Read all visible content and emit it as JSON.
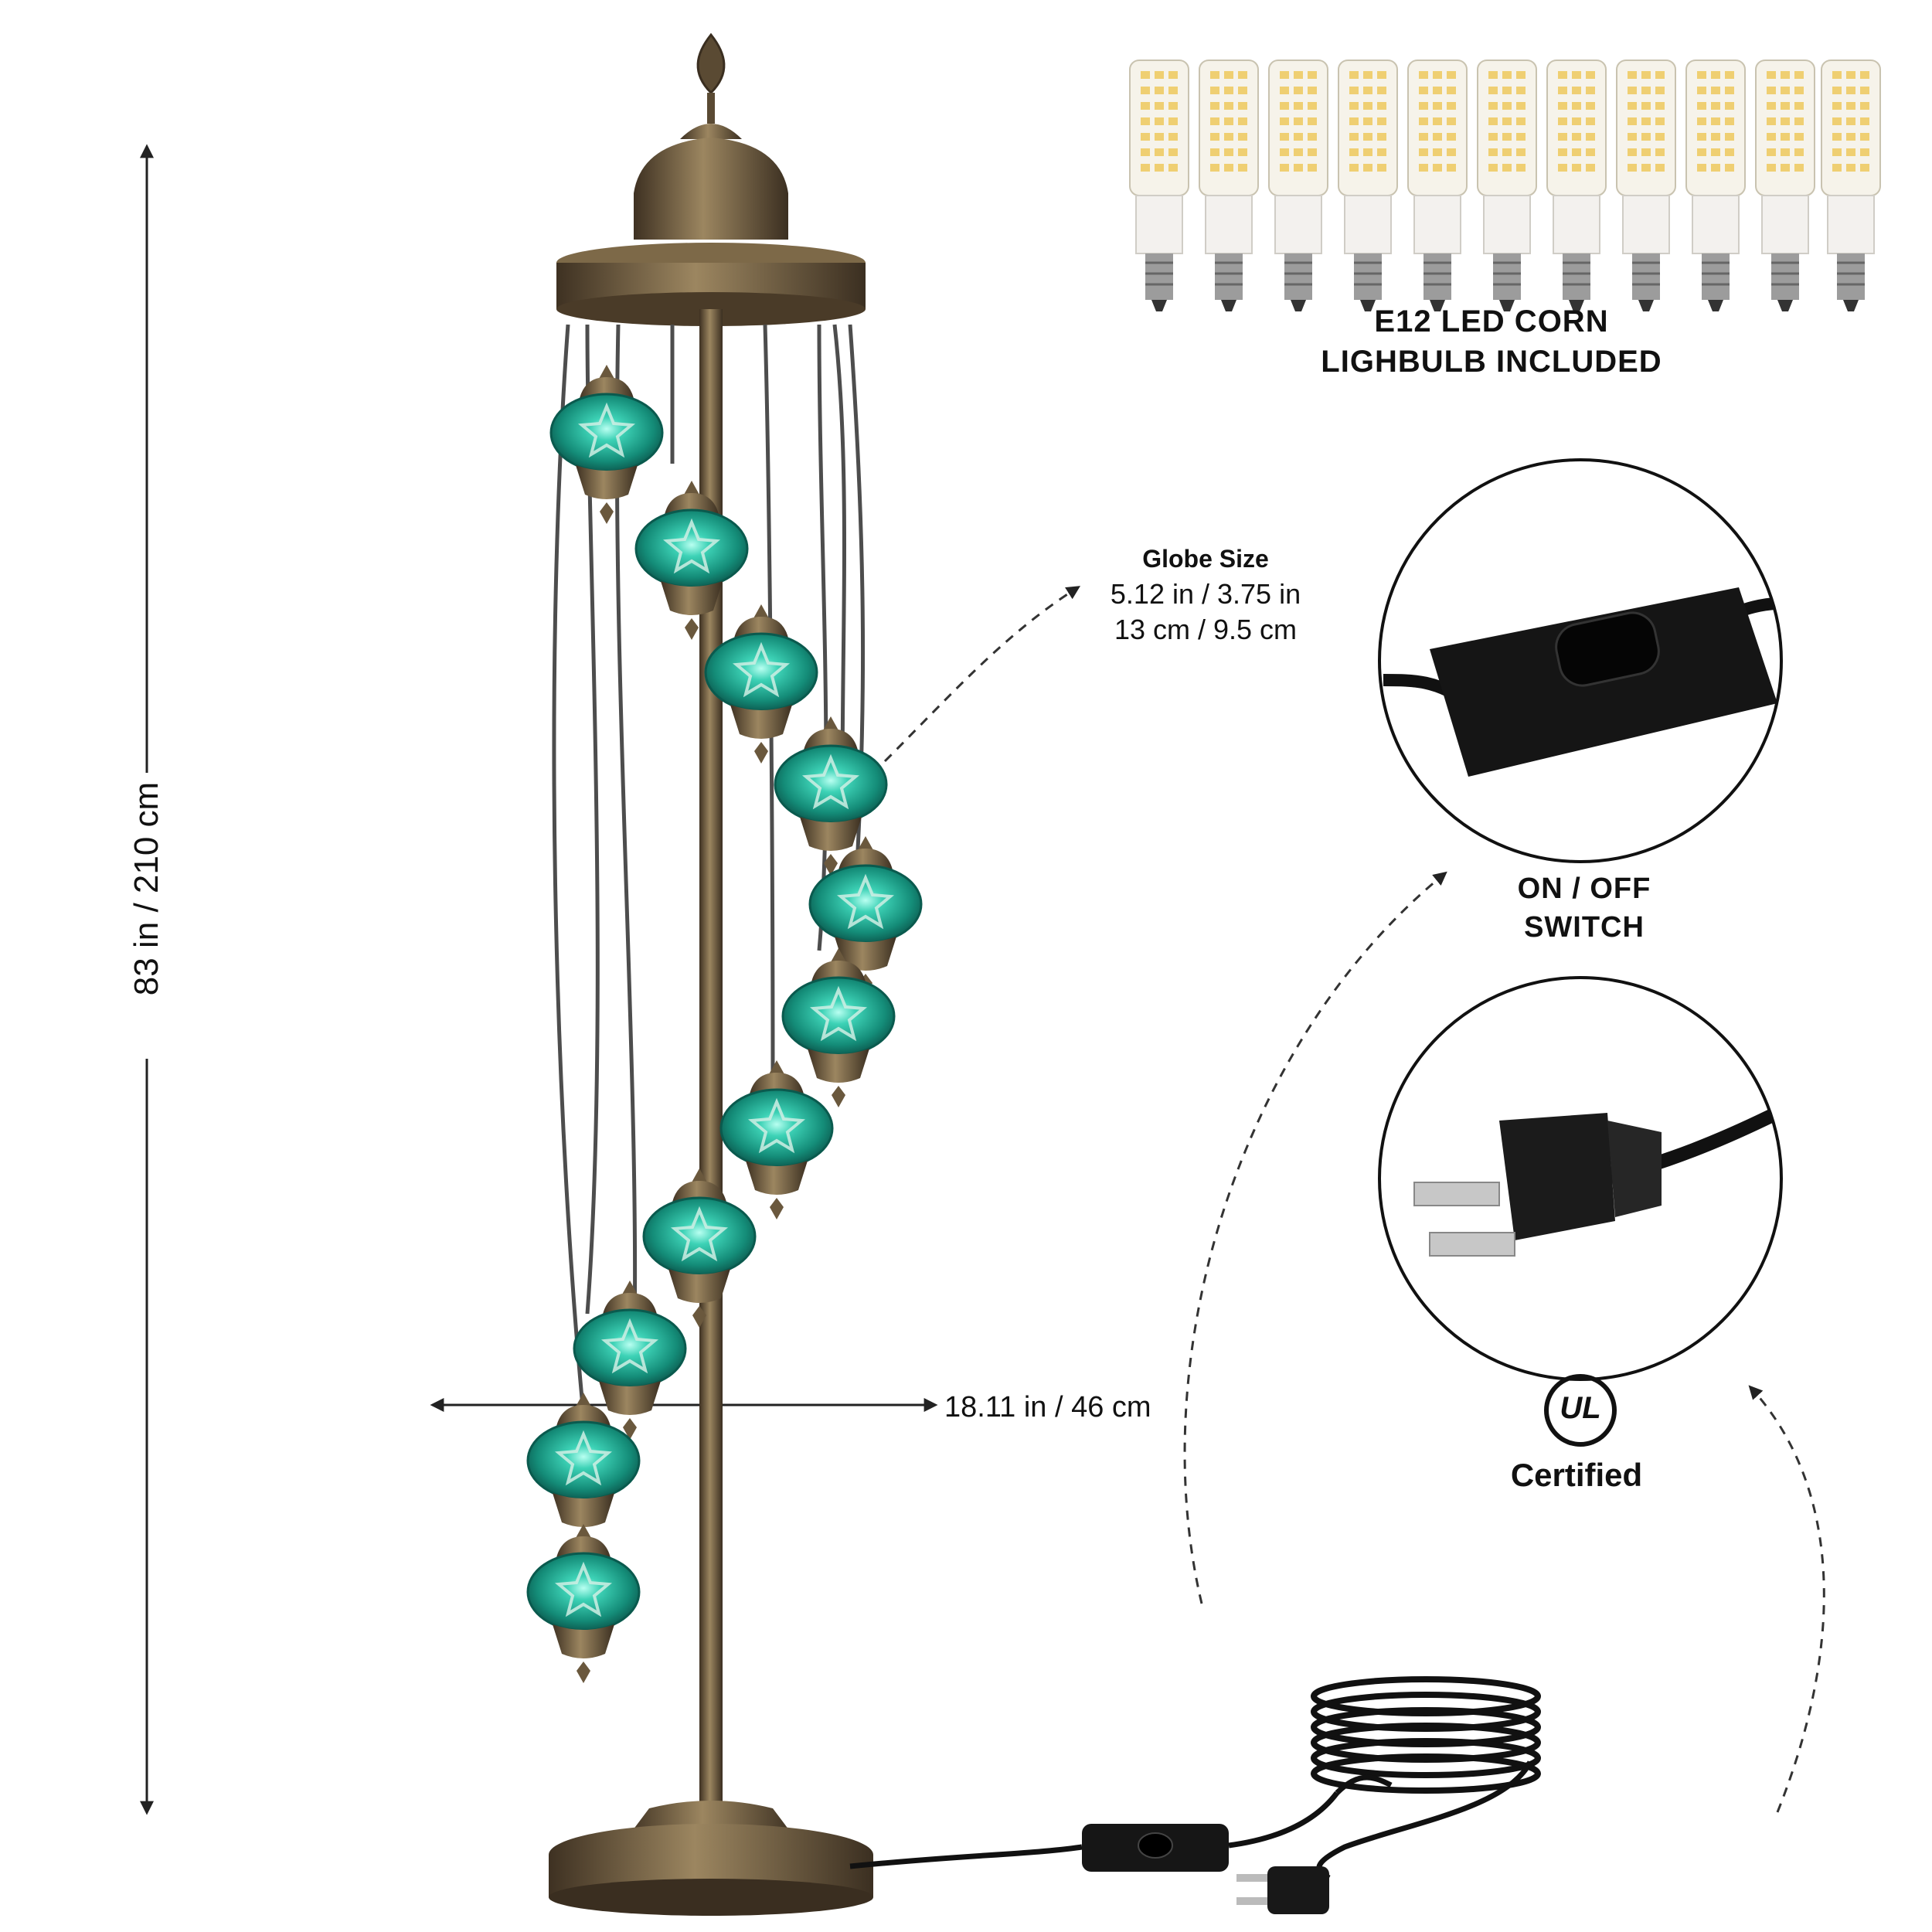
{
  "bulbs": {
    "count": 11,
    "caption_line1": "E12 LED CORN",
    "caption_line2": "LIGHBULB INCLUDED"
  },
  "globe": {
    "title": "Globe Size",
    "line1": "5.12 in / 3.75 in",
    "line2": "13 cm / 9.5 cm",
    "glass_color": "#1f8f7f"
  },
  "dimensions": {
    "height": "83 in / 210 cm",
    "width": "18.11 in / 46 cm"
  },
  "switch": {
    "line1": "ON / OFF",
    "line2": "SWITCH"
  },
  "certification": {
    "mark": "UL",
    "caption": "Certified"
  },
  "colors": {
    "bronze": "#5b4a32",
    "bronze_light": "#8a7350",
    "cable": "#111111"
  }
}
